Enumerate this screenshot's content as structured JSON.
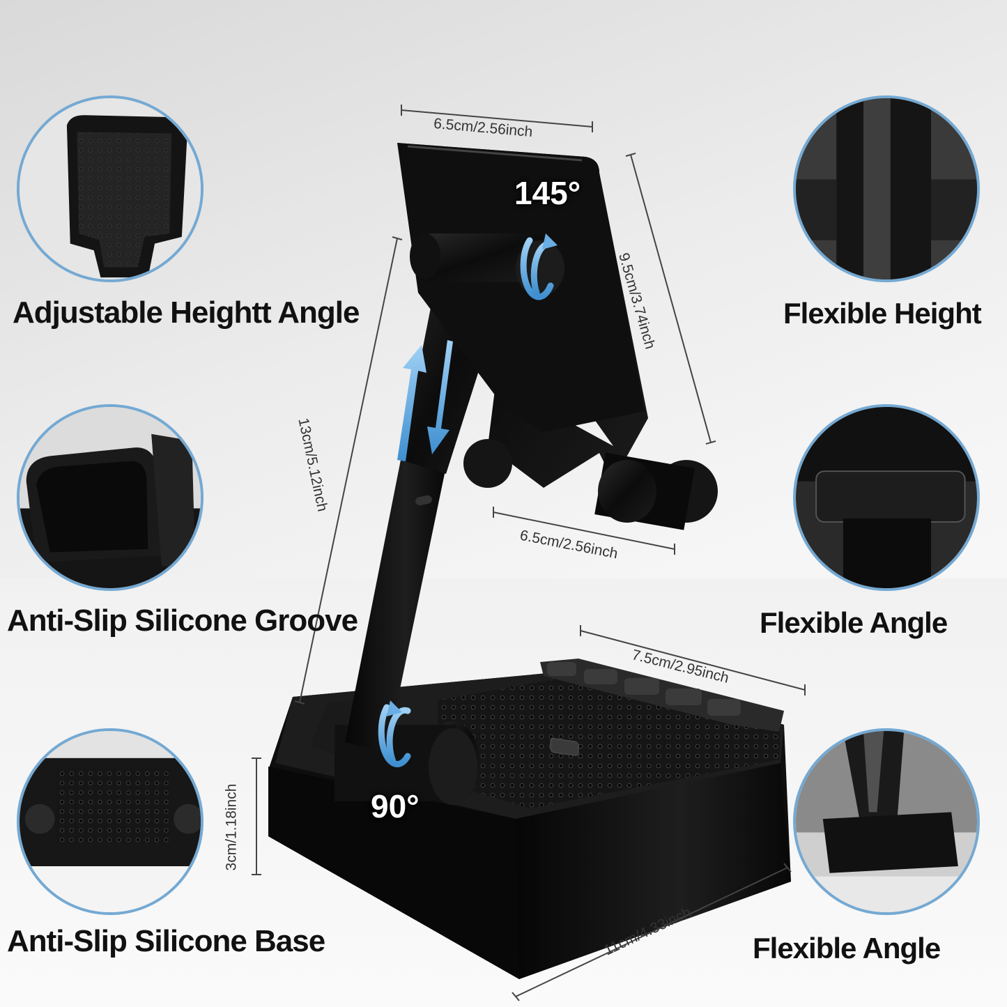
{
  "features": {
    "top_left": "Adjustable Heightt Angle",
    "middle_left": "Anti-Slip Silicone Groove",
    "bottom_left": "Anti-Slip Silicone Base",
    "top_right": "Flexible Height",
    "middle_right": "Flexible Angle",
    "bottom_right": "Flexible Angle"
  },
  "dimensions": {
    "top_width": "6.5cm/2.56inch",
    "holder_height": "9.5cm/3.74inch",
    "arm_height": "13cm/5.12inch",
    "lip_width": "6.5cm/2.56inch",
    "base_width": "7.5cm/2.95inch",
    "base_height": "3cm/1.18inch",
    "base_depth": "11cm/4.33inch"
  },
  "angles": {
    "top": "145°",
    "bottom": "90°"
  },
  "colors": {
    "accent": "#74a9d3",
    "product": "#111111"
  },
  "icons": {
    "rotate": "rotate-arrow-icon",
    "slide": "slide-arrow-icon"
  }
}
